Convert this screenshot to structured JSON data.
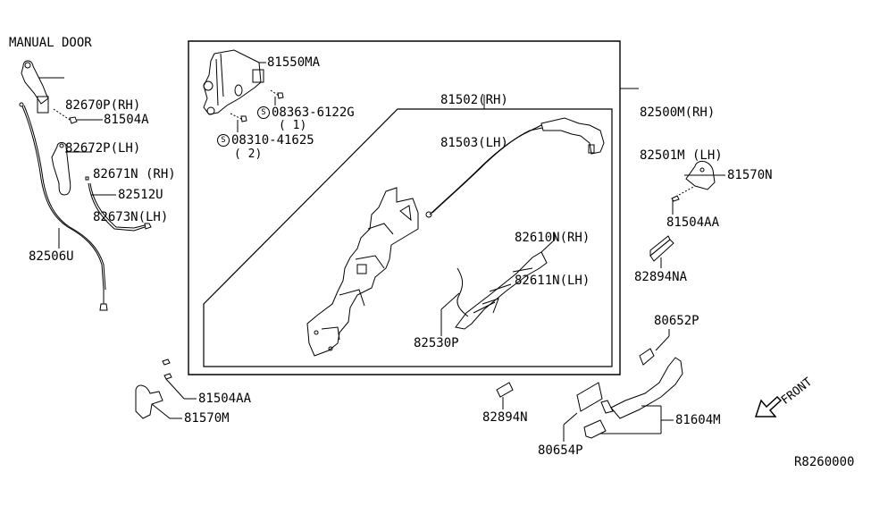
{
  "diagram": {
    "heading": "MANUAL DOOR",
    "catalog_code": "R8260000",
    "direction_indicator": {
      "label": "FRONT",
      "icon": "arrow-down-left-icon"
    },
    "labels": {
      "p82670p": "82670P(RH)",
      "p82672p": "82672P(LH)",
      "p81504a": "81504A",
      "p82671n": "82671N (RH)",
      "p82673n": "82673N(LH)",
      "p82512u": "82512U",
      "p82506u": "82506U",
      "p81550ma": "81550MA",
      "p08363": "08363-6122G",
      "p08363_qty": "( 1)",
      "p08310": "08310-41625",
      "p08310_qty": "( 2)",
      "standard_part_symbol": "S",
      "p81502": "81502(RH)",
      "p81503": "81503(LH)",
      "p82500m": "82500M(RH)",
      "p82501m": "82501M (LH)",
      "p82610n": "82610N(RH)",
      "p82611n": "82611N(LH)",
      "p82530p": "82530P",
      "p81570n": "81570N",
      "p81504aa_right": "81504AA",
      "p82894na": "82894NA",
      "p80652p": "80652P",
      "p81604m": "81604M",
      "p82894n": "82894N",
      "p80654p": "80654P",
      "p81504aa_left": "81504AA",
      "p81570m": "81570M"
    },
    "stroke_color": "#000000",
    "background_color": "#ffffff"
  }
}
